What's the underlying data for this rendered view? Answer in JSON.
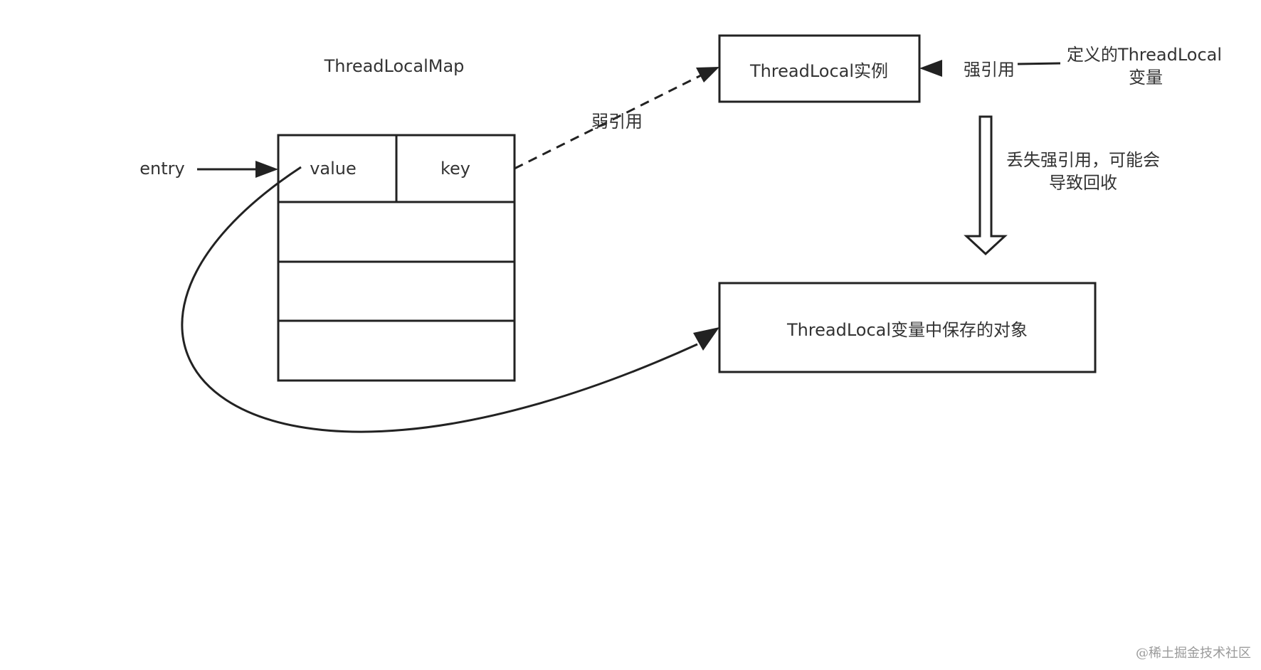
{
  "labels": {
    "map_title": "ThreadLocalMap",
    "entry": "entry",
    "value": "value",
    "key": "key",
    "weak_ref": "弱引用",
    "threadlocal_instance": "ThreadLocal实例",
    "strong_ref": "强引用",
    "defined_var_line1": "定义的ThreadLocal",
    "defined_var_line2": "变量",
    "lose_strong_line1": "丢失强引用，可能会",
    "lose_strong_line2": "导致回收",
    "saved_object": "ThreadLocal变量中保存的对象"
  },
  "watermark": "@稀土掘金技术社区",
  "colors": {
    "stroke": "#222222",
    "text": "#333333",
    "watermark": "#9a9a9a",
    "background": "#ffffff"
  }
}
